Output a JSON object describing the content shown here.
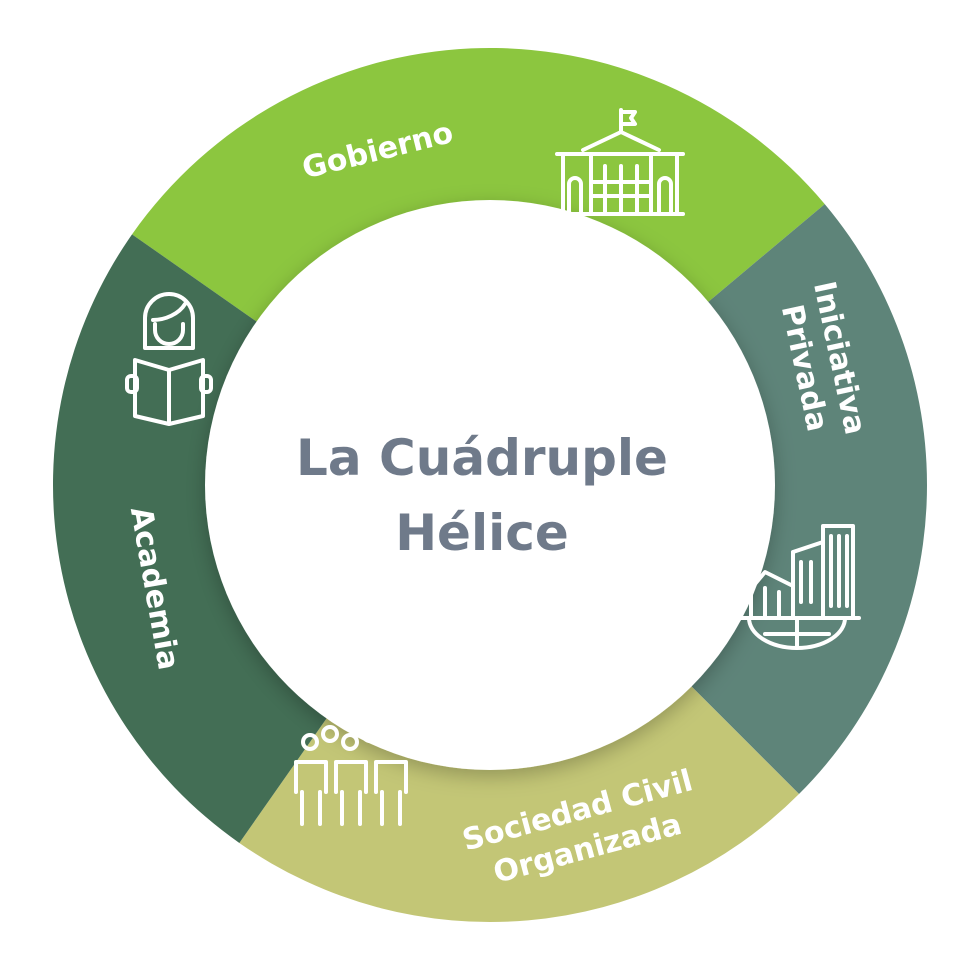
{
  "title": {
    "line1": "La Cuádruple",
    "line2": "Hélice"
  },
  "segments": [
    {
      "label": "Gobierno",
      "icon": "government-building-icon",
      "color": "#8CC63F"
    },
    {
      "label_line1": "Iniciativa",
      "label_line2": "Privada",
      "icon": "city-buildings-icon",
      "color": "#5E8479"
    },
    {
      "label_line1": "Sociedad Civil",
      "label_line2": "Organizada",
      "icon": "people-group-icon",
      "color": "#C3C676"
    },
    {
      "label": "Academia",
      "icon": "student-reading-icon",
      "color": "#436E55"
    }
  ]
}
